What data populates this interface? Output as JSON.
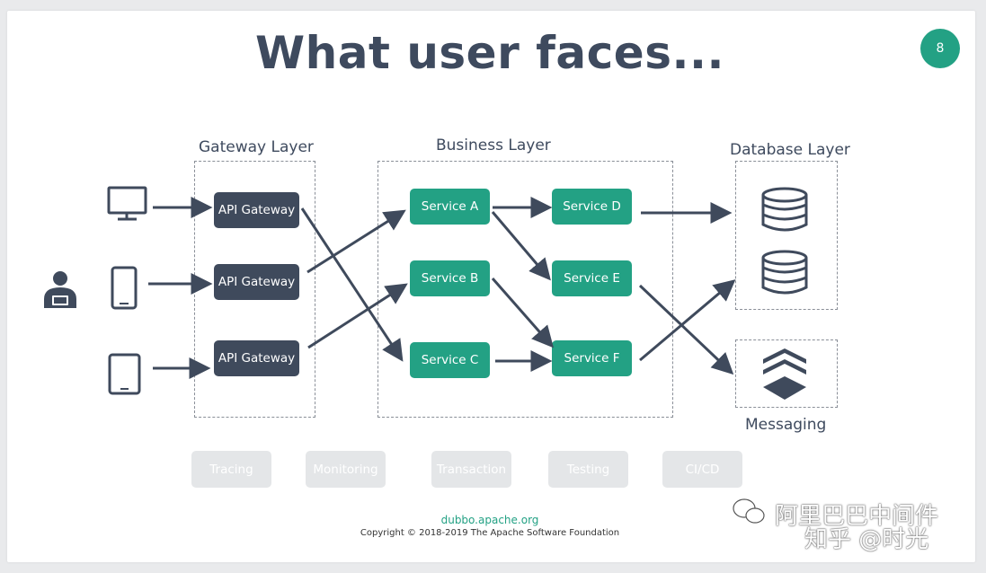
{
  "title": "What user faces...",
  "page_number": "8",
  "layers": {
    "gateway": "Gateway Layer",
    "business": "Business Layer",
    "database": "Database Layer",
    "messaging": "Messaging"
  },
  "gateways": [
    "API Gateway",
    "API Gateway",
    "API Gateway"
  ],
  "services": {
    "a": "Service A",
    "b": "Service B",
    "c": "Service C",
    "d": "Service D",
    "e": "Service E",
    "f": "Service F"
  },
  "clients": [
    "monitor-icon",
    "phone-icon",
    "tablet-icon"
  ],
  "user_icon": "user-laptop-icon",
  "tools": [
    "Tracing",
    "Monitoring",
    "Transaction",
    "Testing",
    "CI/CD"
  ],
  "footer": {
    "url": "dubbo.apache.org",
    "copyright": "Copyright © 2018-2019 The Apache Software Foundation"
  },
  "watermark": {
    "line1": "阿里巴巴中间件",
    "line2": "知乎 @时光"
  },
  "colors": {
    "gateway": "#3f4a5c",
    "service": "#23a184",
    "arrow": "#3f4a5c",
    "title": "#3e4a5e"
  }
}
